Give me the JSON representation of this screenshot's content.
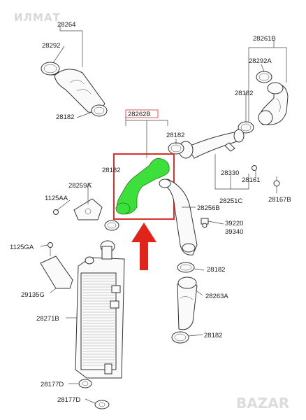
{
  "watermark_top": "ИЛМАТ",
  "watermark_bottom": "BAZAR",
  "labels": {
    "p28264": "28264",
    "p28292_left": "28292",
    "p28182_a": "28182",
    "p28262B": "28262B",
    "p28182_b": "28182",
    "p28182_c": "28182",
    "p28261B": "28261B",
    "p28292A": "28292A",
    "p28182_d": "28182",
    "p28330": "28330",
    "p28161": "28161",
    "p28251C": "28251C",
    "p28167B": "28167B",
    "p28259A": "28259A",
    "p1125AA": "1125AA",
    "p28256B": "28256B",
    "p39220": "39220",
    "p39340": "39340",
    "p1125GA": "1125GA",
    "p28182_e": "28182",
    "p29135G": "29135G",
    "p28263A": "28263A",
    "p28271B": "28271B",
    "p28182_f": "28182",
    "p28177D_a": "28177D",
    "p28177D_b": "28177D"
  },
  "colors": {
    "highlight_box": "#d9302c",
    "highlight_part": "#3de03a",
    "arrow": "#e2231a"
  },
  "icons": {
    "arrow": "up-arrow-icon"
  }
}
